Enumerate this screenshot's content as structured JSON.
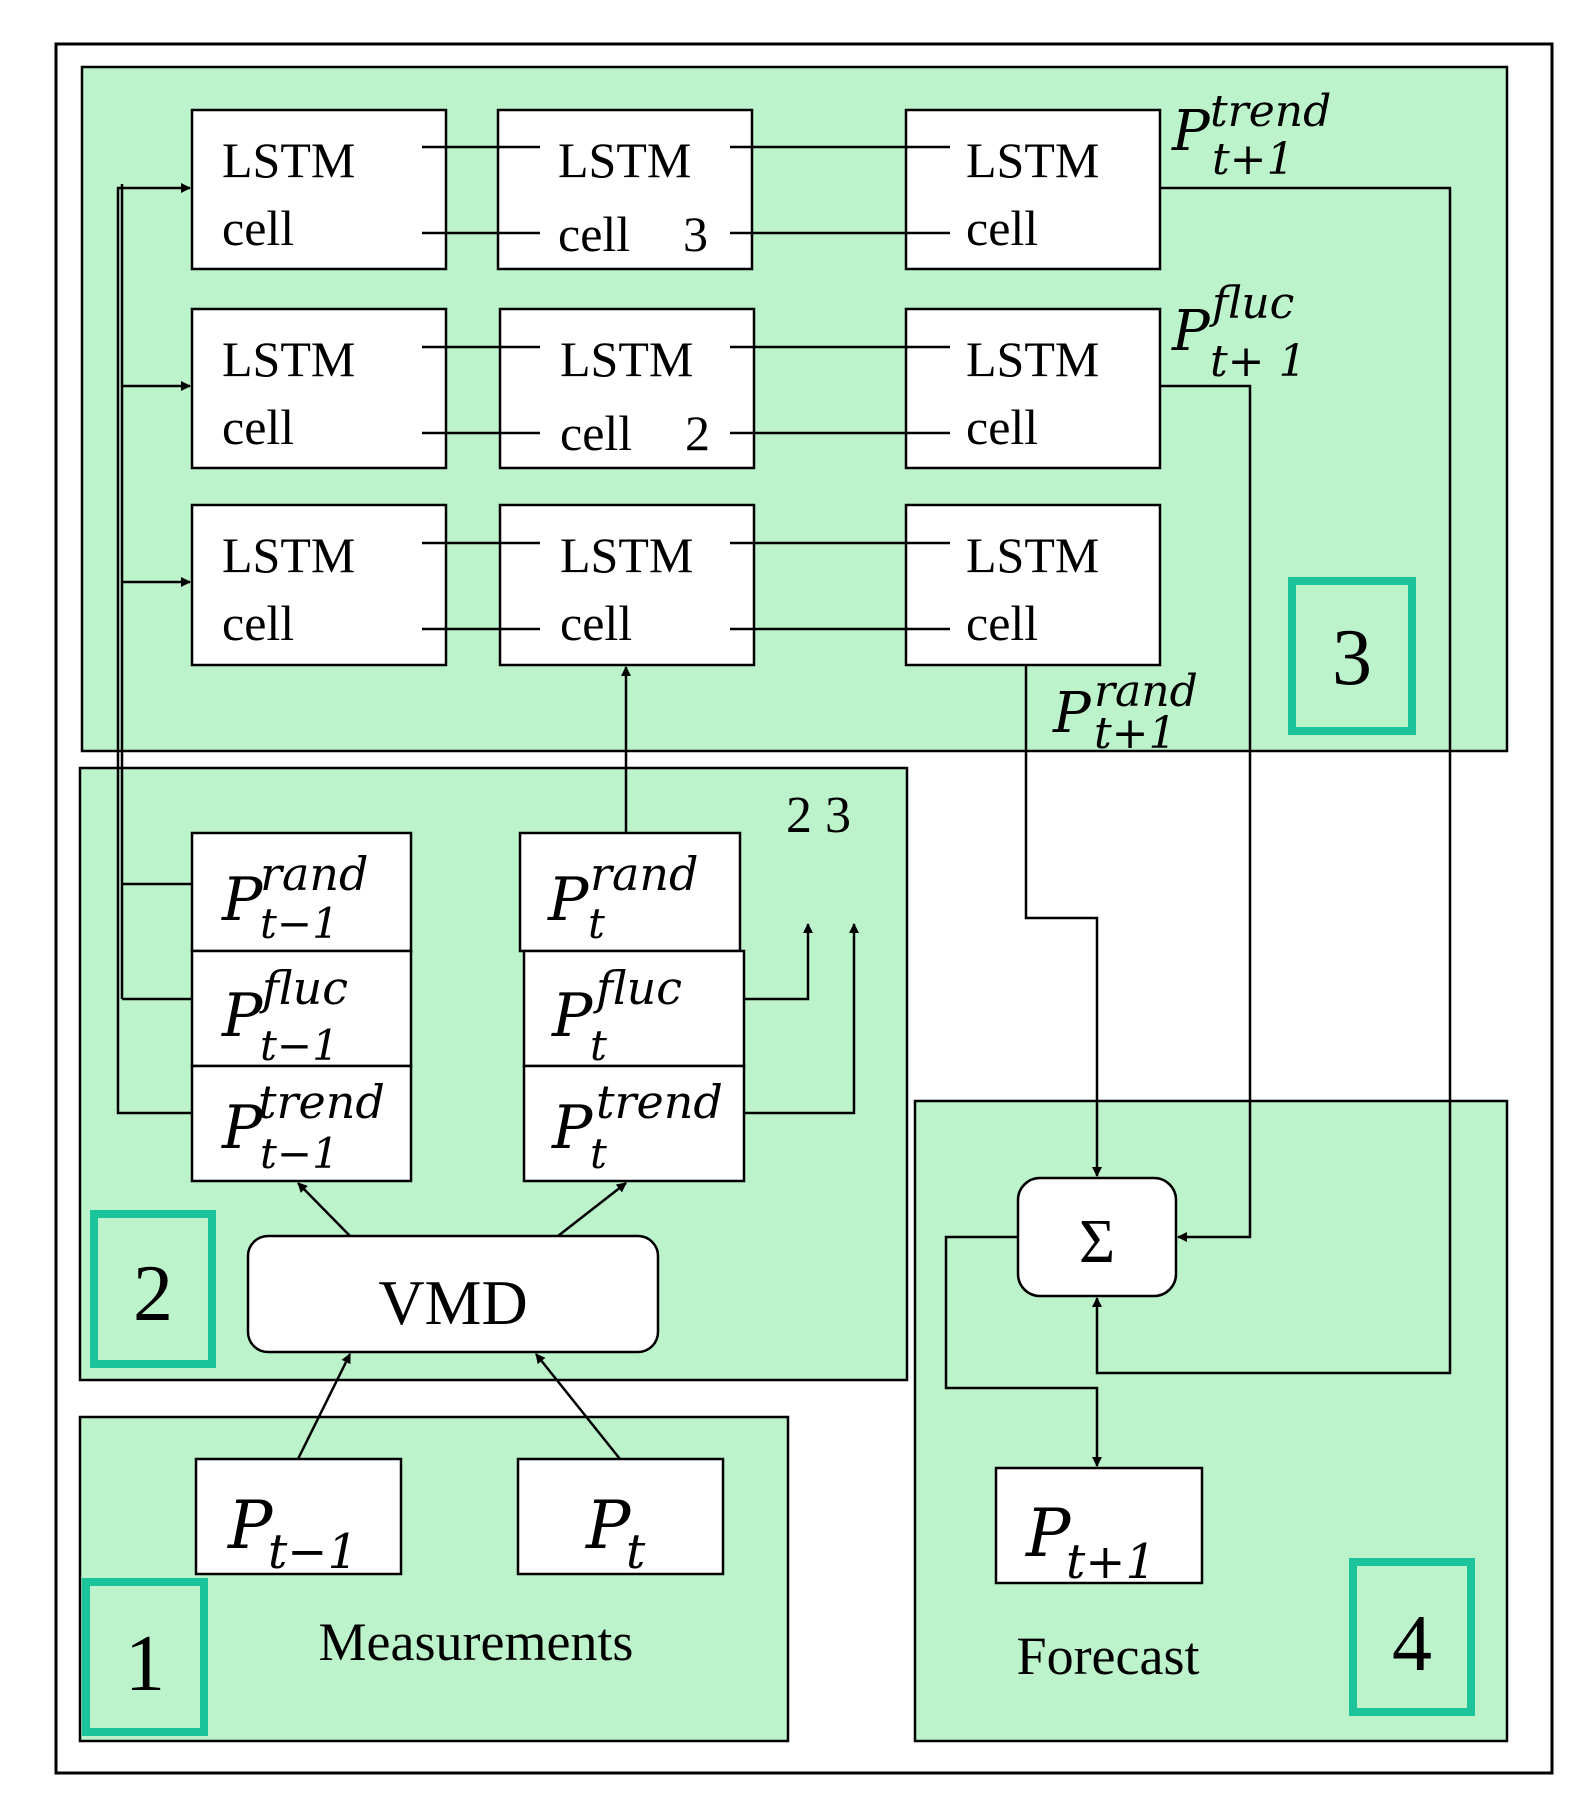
{
  "colors": {
    "panel_fill": "#bdf3cb",
    "badge_border": "#1cc49b",
    "line": "#000000",
    "box_fill": "#ffffff"
  },
  "lstm": {
    "word1": "LSTM",
    "word2": "cell",
    "row_top_label": "3",
    "row_mid_label": "2"
  },
  "outputs": {
    "trend": {
      "base": "P",
      "sup": "trend",
      "sub": "t+1"
    },
    "fluc": {
      "base": "P",
      "sup": "fluc",
      "sub": "t+ 1"
    },
    "rand": {
      "base": "P",
      "sup": "rand",
      "sub": "t+1"
    }
  },
  "decomp": {
    "hint": "2 3",
    "rand_prev": {
      "base": "P",
      "sup": "rand",
      "sub": "t−1"
    },
    "fluc_prev": {
      "base": "P",
      "sup": "fluc",
      "sub": "t−1"
    },
    "trend_prev": {
      "base": "P",
      "sup": "trend",
      "sub": "t−1"
    },
    "rand_now": {
      "base": "P",
      "sup": "rand",
      "sub": "t"
    },
    "fluc_now": {
      "base": "P",
      "sup": "fluc",
      "sub": "t"
    },
    "trend_now": {
      "base": "P",
      "sup": "trend",
      "sub": "t"
    }
  },
  "vmd": {
    "label": "VMD"
  },
  "measurements": {
    "prev": {
      "base": "P",
      "sub": "t−1"
    },
    "now": {
      "base": "P",
      "sub": "t"
    },
    "caption": "Measurements"
  },
  "forecast": {
    "sum_symbol": "Σ",
    "result": {
      "base": "P",
      "sub": "t+1"
    },
    "caption": "Forecast"
  },
  "badges": {
    "one": "1",
    "two": "2",
    "three": "3",
    "four": "4"
  }
}
